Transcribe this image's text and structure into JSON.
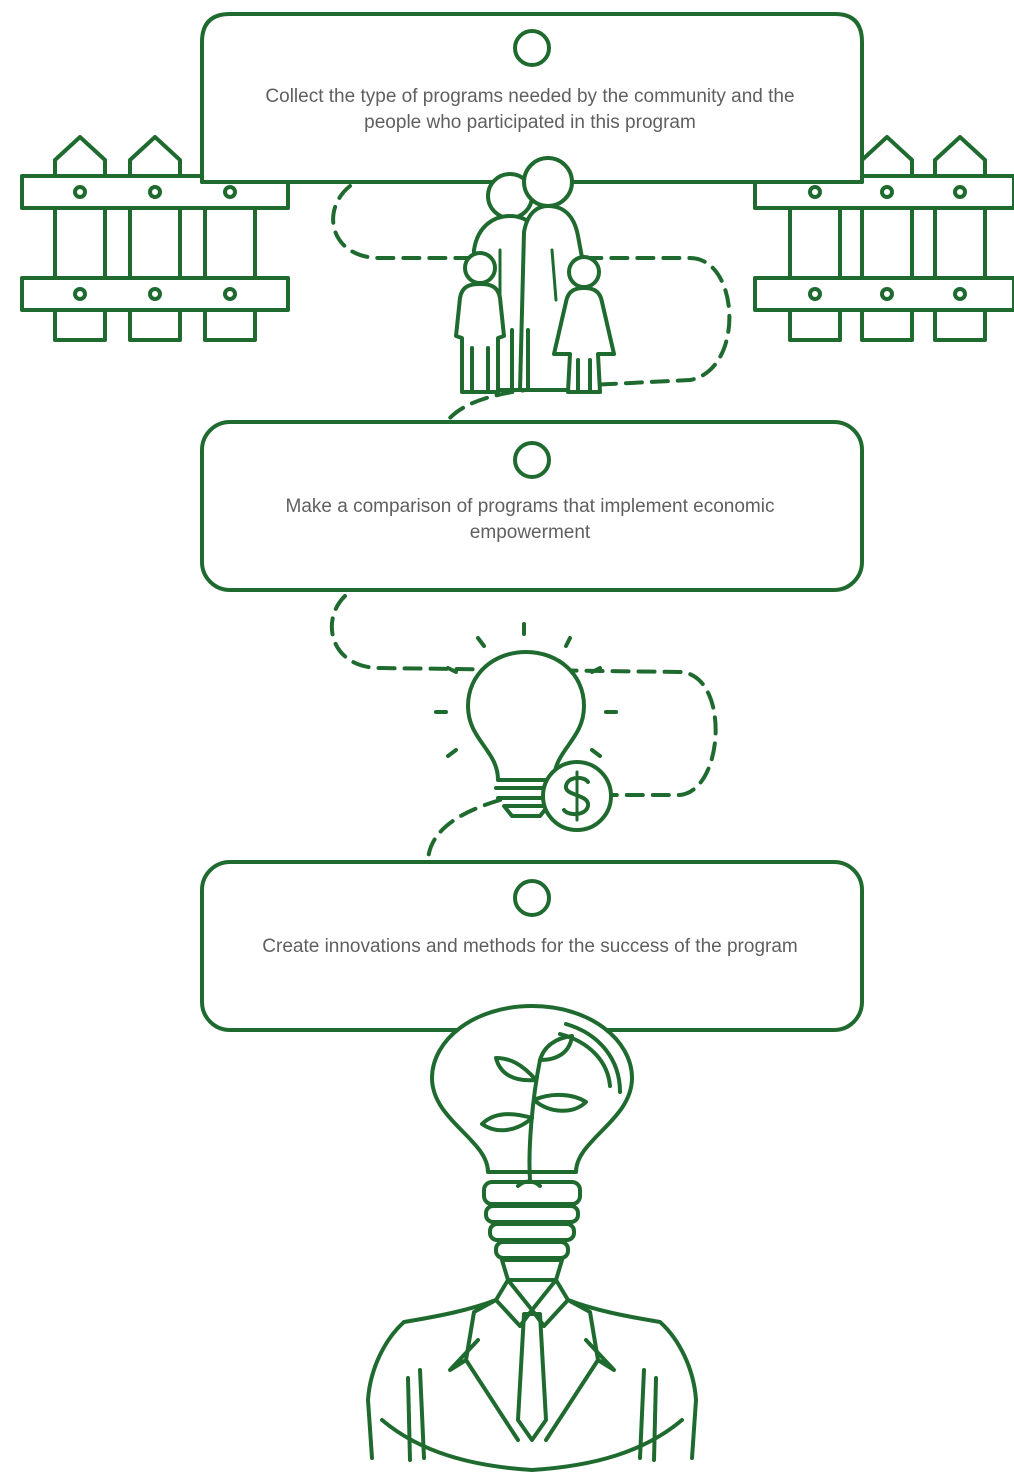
{
  "steps": [
    {
      "text": "Collect the type of programs needed by the community and the people who participated in this program",
      "icon": "family-icon"
    },
    {
      "text": "Make a comparison of programs that implement economic empowerment",
      "icon": "lightbulb-dollar-icon"
    },
    {
      "text": "Create innovations and methods for the success of the program",
      "icon": "businessman-lightbulb-plant-icon"
    }
  ],
  "colors": {
    "line": "#1f6b2f",
    "text": "#5f5f5f",
    "background": "#ffffff"
  }
}
